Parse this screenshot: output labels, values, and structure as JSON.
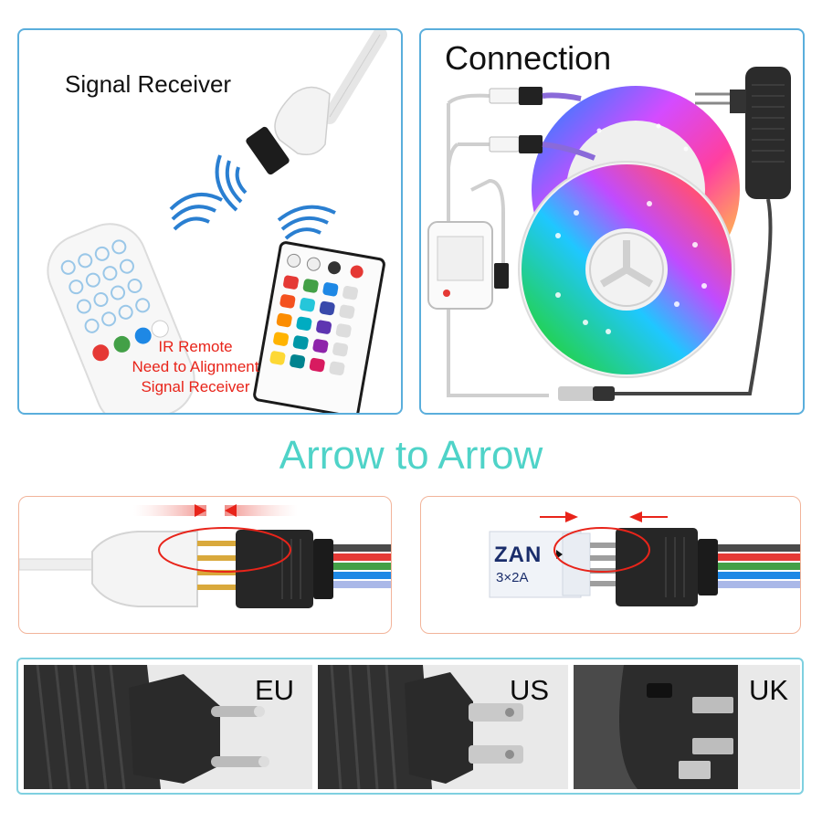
{
  "signal_panel": {
    "title": "Signal Receiver",
    "note_lines": [
      "IR Remote",
      "Need to Alignment",
      "Signal Receiver"
    ]
  },
  "connection_panel": {
    "title": "Connection"
  },
  "arrow_section": {
    "title": "Arrow to Arrow"
  },
  "connector_right": {
    "label_top": "ZAN",
    "label_bottom": "3×2A"
  },
  "plugs": [
    {
      "name": "EU"
    },
    {
      "name": "US"
    },
    {
      "name": "UK"
    }
  ],
  "colors": {
    "panel_border": "#5aaedc",
    "arrow_title": "#4fd3c8",
    "ir_text": "#e8241a",
    "connector_border": "#f2b49a"
  }
}
